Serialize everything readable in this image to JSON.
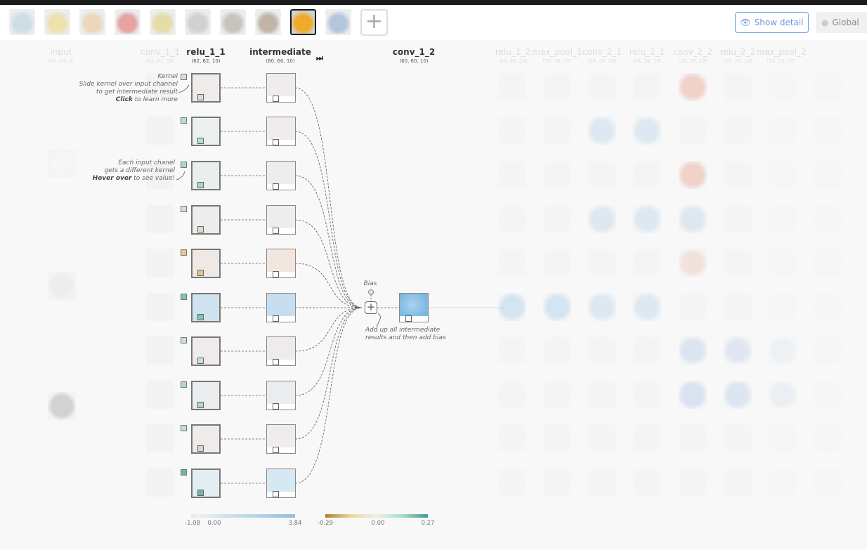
{
  "header": {
    "images": [
      "boat",
      "ladybug",
      "pizza",
      "bell-pepper",
      "school-bus",
      "koala",
      "espresso",
      "red-panda",
      "orange",
      "sport-car"
    ],
    "selected_image": "orange",
    "add_label": "+",
    "show_detail": "Show detail",
    "scale": "Global"
  },
  "layers": [
    {
      "name": "input",
      "shape": "(64, 64, 3)"
    },
    {
      "name": "conv_1_1",
      "shape": "(62, 62, 10)"
    },
    {
      "name": "relu_1_1",
      "shape": "(62, 62, 10)"
    },
    {
      "name": "intermediate",
      "shape": "(60, 60, 10)"
    },
    {
      "name": "conv_1_2",
      "shape": "(60, 60, 10)"
    },
    {
      "name": "relu_1_2",
      "shape": "(60, 60, 10)"
    },
    {
      "name": "max_pool_1",
      "shape": "(30, 30, 10)"
    },
    {
      "name": "conv_2_1",
      "shape": "(28, 28, 10)"
    },
    {
      "name": "relu_2_1",
      "shape": "(28, 28, 10)"
    },
    {
      "name": "conv_2_2",
      "shape": "(26, 26, 10)"
    },
    {
      "name": "relu_2_2",
      "shape": "(26, 26, 10)"
    },
    {
      "name": "max_pool_2",
      "shape": "(13, 13, 10)"
    }
  ],
  "annotations": {
    "kernel": "Kernel",
    "slide1": "Slide kernel over input channel",
    "slide2": "to get intermediate result",
    "click_b": "Click",
    "click_rest": " to learn more",
    "each1": "Each input chanel",
    "each2": "gets a different kernel",
    "hover_b": "Hover over",
    "hover_rest": " to see value!",
    "bias": "Bias",
    "add1": "Add up all intermediate",
    "add2": "results and then add bias"
  },
  "legend": {
    "activation": {
      "min": "-1.08",
      "zero": "0.00",
      "max": "3.84"
    },
    "kernel": {
      "min": "-0.29",
      "zero": "0.00",
      "max": "0.27"
    }
  }
}
